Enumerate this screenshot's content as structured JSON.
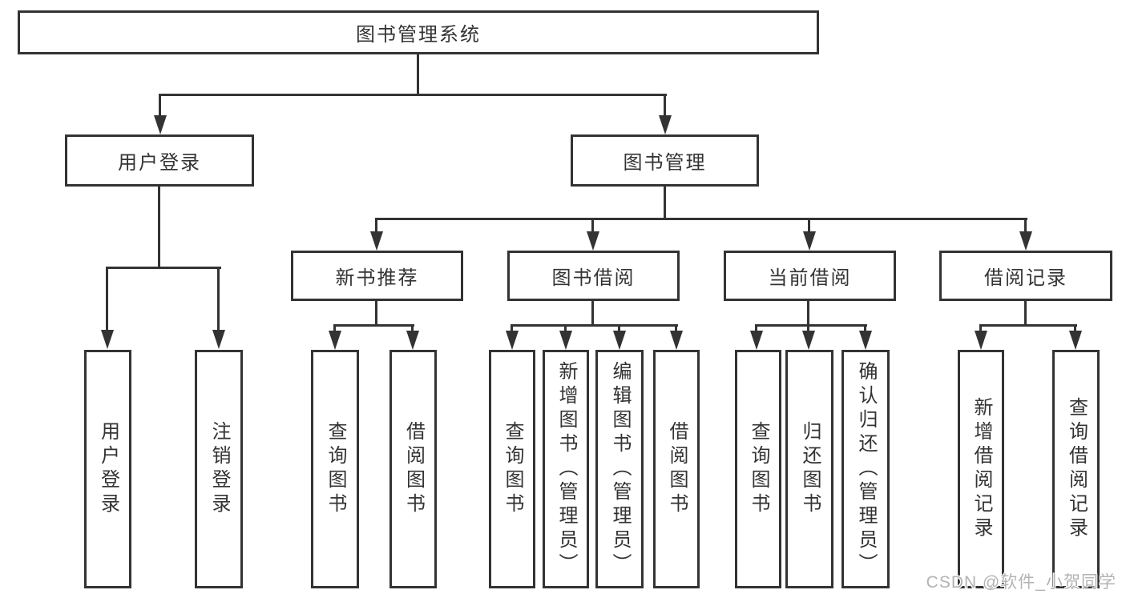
{
  "diagram": {
    "root": {
      "label": "图书管理系统",
      "children": [
        {
          "label": "用户登录",
          "children": [
            {
              "label": "用户登录"
            },
            {
              "label": "注销登录"
            }
          ]
        },
        {
          "label": "图书管理",
          "children": [
            {
              "label": "新书推荐",
              "children": [
                {
                  "label": "查询图书"
                },
                {
                  "label": "借阅图书"
                }
              ]
            },
            {
              "label": "图书借阅",
              "children": [
                {
                  "label": "查询图书"
                },
                {
                  "label": "新增图书（管理员）"
                },
                {
                  "label": "编辑图书（管理员）"
                },
                {
                  "label": "借阅图书"
                }
              ]
            },
            {
              "label": "当前借阅",
              "children": [
                {
                  "label": "查询图书"
                },
                {
                  "label": "归还图书"
                },
                {
                  "label": "确认归还（管理员）"
                }
              ]
            },
            {
              "label": "借阅记录",
              "children": [
                {
                  "label": "新增借阅记录"
                },
                {
                  "label": "查询借阅记录"
                }
              ]
            }
          ]
        }
      ]
    },
    "watermark": "CSDN @软件_小贺同学",
    "colors": {
      "line": "#333333",
      "text": "#333333",
      "background": "#ffffff",
      "watermark": "#b3b3b3"
    }
  }
}
